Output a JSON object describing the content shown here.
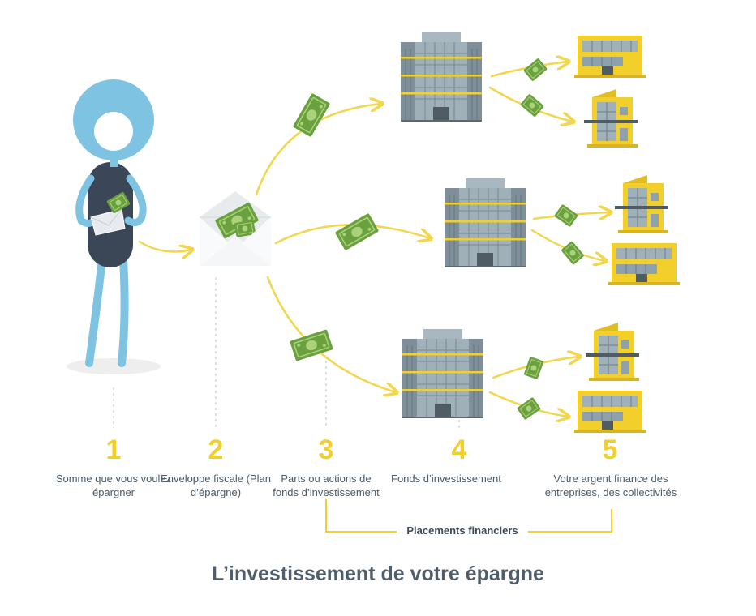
{
  "title": "L’investissement de votre épargne",
  "group_label": "Placements financiers",
  "steps": [
    {
      "number": "1",
      "label": "Somme que vous voulez épargner"
    },
    {
      "number": "2",
      "label": "Enveloppe fiscale (Plan d’épargne)"
    },
    {
      "number": "3",
      "label": "Parts ou actions de fonds d’investissement"
    },
    {
      "number": "4",
      "label": "Fonds d’investissement"
    },
    {
      "number": "5",
      "label": "Votre argent finance des entreprises, des collectivités"
    }
  ],
  "colors": {
    "accent_yellow": "#f2cf2b",
    "figure_blue": "#7ec4e2",
    "figure_body": "#3b4656",
    "money_green": "#6aa13e",
    "building_gray": "#8c9aa3",
    "text": "#4a5a66"
  }
}
